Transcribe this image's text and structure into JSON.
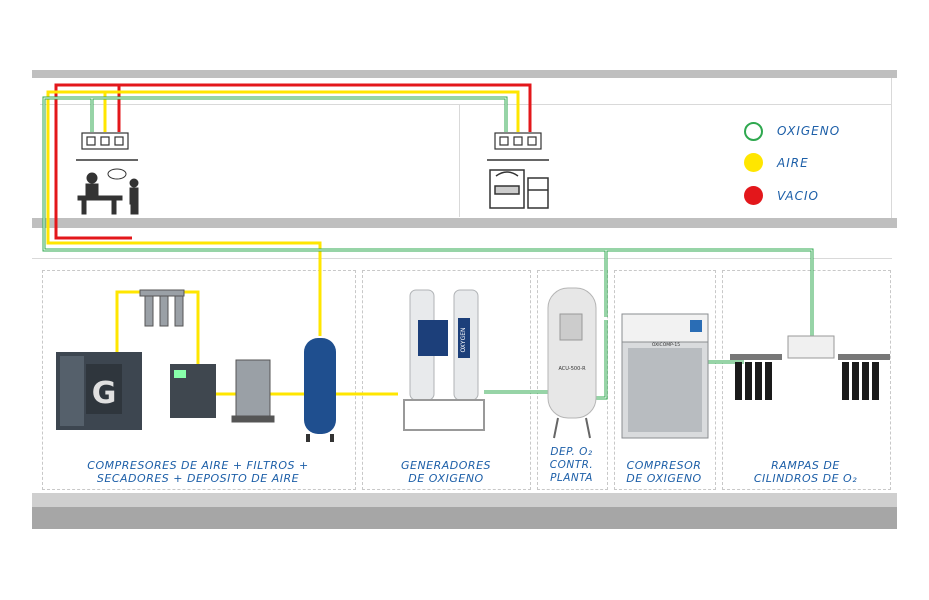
{
  "legend": {
    "oxygen": {
      "label": "OXIGENO",
      "color": "#2fa84f"
    },
    "air": {
      "label": "AIRE",
      "color": "#ffe600"
    },
    "vacuum": {
      "label": "VACIO",
      "color": "#e3171b"
    }
  },
  "sections": {
    "compressors": "COMPRESORES DE AIRE + FILTROS +\nSECADORES + DEPOSITO DE AIRE",
    "generators": "GENERADORES\nDE OXIGENO",
    "control_tank": "DEP. O₂\nCONTR.\nPLANTA",
    "oxygen_compressor": "COMPRESOR\nDE OXIGENO",
    "cylinder_ramps": "RAMPAS DE\nCILINDROS DE O₂"
  },
  "equipment_text": {
    "generator_brand": "OXYGEN",
    "tank_label": "ACU-500-R",
    "compressor_model": "OXICOMP-15"
  }
}
